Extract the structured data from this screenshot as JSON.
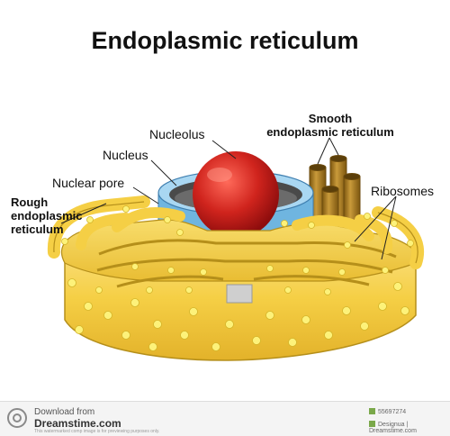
{
  "title": "Endoplasmic reticulum",
  "labels": {
    "nucleolus": "Nucleolus",
    "nucleus": "Nucleus",
    "nuclear_pore": "Nuclear pore",
    "smooth_er_line1": "Smooth",
    "smooth_er_line2": "endoplasmic reticulum",
    "ribosomes": "Ribosomes",
    "rough_er_line1": "Rough",
    "rough_er_line2": "endoplasmic",
    "rough_er_line3": "reticulum"
  },
  "colors": {
    "er_yellow": "#f5cf45",
    "er_outline": "#b58f1a",
    "ribosome": "#fdf27a",
    "nucleolus_red": "#c81a1a",
    "nucleoplasm_blue": "#a9d7f2",
    "tube_brown": "#a87a22"
  },
  "footer": {
    "download_text": "Download from",
    "site": "Dreamstime.com",
    "note": "This watermarked comp image is for previewing purposes only.",
    "id": "55697274",
    "credit": "Designua | Dreamstime.com"
  }
}
